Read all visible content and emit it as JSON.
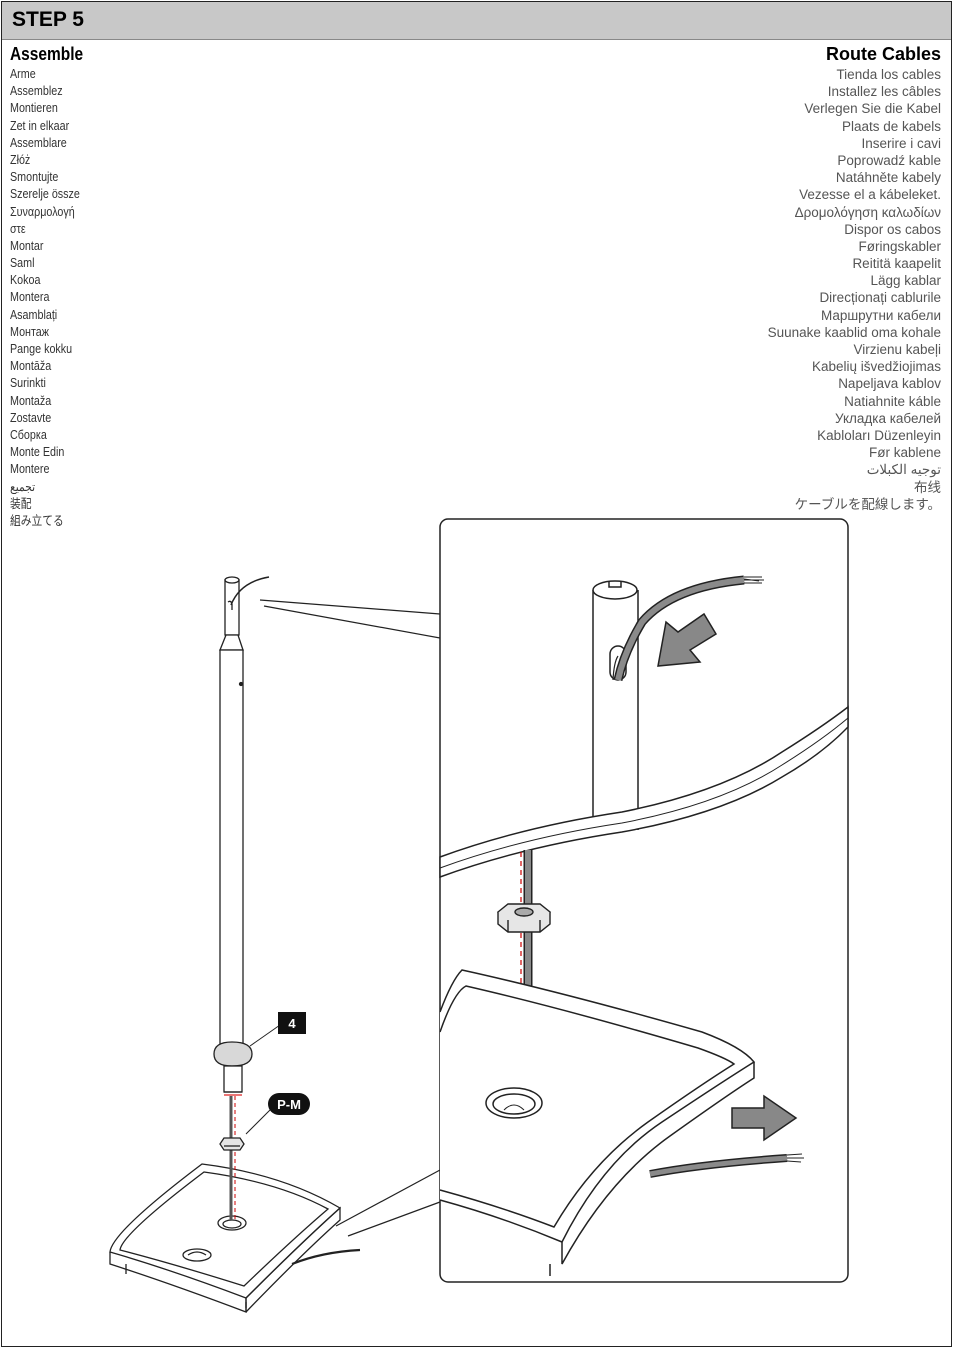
{
  "header": {
    "step": "STEP 5"
  },
  "left": {
    "heading": "Assemble",
    "translations": [
      "Arme",
      "Assemblez",
      "Montieren",
      "Zet in elkaar",
      "Assemblare",
      "Złóż",
      "Smontujte",
      "Szerelje össze",
      "Συναρμολογή",
      "στε",
      "Montar",
      "Saml",
      "Kokoa",
      "Montera",
      "Asamblați",
      "Монтаж",
      "Pange kokku",
      "Montāža",
      "Surinkti",
      "Montaža",
      "Zostavte",
      "Сборка",
      "Monte Edin",
      "Montere",
      "تجميع",
      "装配",
      "組み立てる"
    ]
  },
  "right": {
    "heading": "Route Cables",
    "translations": [
      "Tienda los cables",
      "Installez les câbles",
      "Verlegen Sie die Kabel",
      "Plaats de kabels",
      "Inserire i cavi",
      "Poprowadź kable",
      "Natáhněte kabely",
      "Vezesse el a kábeleket.",
      "Δρομολόγηση καλωδίων",
      "Dispor os cabos",
      "Føringskabler",
      "Reititä kaapelit",
      "Lägg kablar",
      "Direcționați cablurile",
      "Маршрутни кабели",
      "Suunake kaablid oma kohale",
      "Virzienu kabeļi",
      "Kabelių išvedžiojimas",
      "Napeljava kablov",
      "Natiahnite káble",
      "Укладка кабелей",
      "Kabloları Düzenleyin",
      "Før kablene",
      "توجيه الكبلات",
      "布线",
      "ケーブルを配線します。"
    ]
  },
  "callouts": {
    "part": "4",
    "hardware": "P-M"
  },
  "icons": [
    "arrow-in-icon",
    "arrow-out-icon"
  ]
}
